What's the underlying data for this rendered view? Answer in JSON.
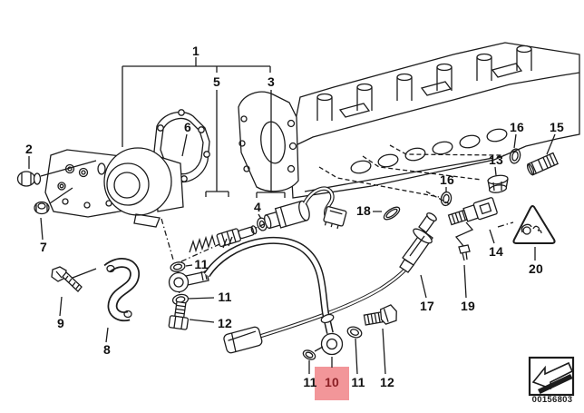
{
  "diagram": {
    "type": "exploded-parts-diagram",
    "part_number": "00156803",
    "highlighted_label": "10",
    "colors": {
      "background": "#ffffff",
      "line_color": "#1c1c1c",
      "label_color": "#111111",
      "highlight_bg": "#f29699",
      "highlight_text": "#8b2025"
    },
    "icons": {
      "warning_triangle": "rounded-triangle-with-scribble-glyph",
      "corner_arrow": "page-flip-arrow-in-box"
    },
    "labels": [
      {
        "text": "1"
      },
      {
        "text": "5"
      },
      {
        "text": "3"
      },
      {
        "text": "6"
      },
      {
        "text": "2"
      },
      {
        "text": "4"
      },
      {
        "text": "7"
      },
      {
        "text": "9"
      },
      {
        "text": "8"
      },
      {
        "text": "11"
      },
      {
        "text": "11"
      },
      {
        "text": "12"
      },
      {
        "text": "18"
      },
      {
        "text": "16"
      },
      {
        "text": "15"
      },
      {
        "text": "13"
      },
      {
        "text": "16"
      },
      {
        "text": "14"
      },
      {
        "text": "20"
      },
      {
        "text": "17"
      },
      {
        "text": "19"
      },
      {
        "text": "11"
      },
      {
        "text": "10"
      },
      {
        "text": "11"
      },
      {
        "text": "12"
      }
    ]
  }
}
